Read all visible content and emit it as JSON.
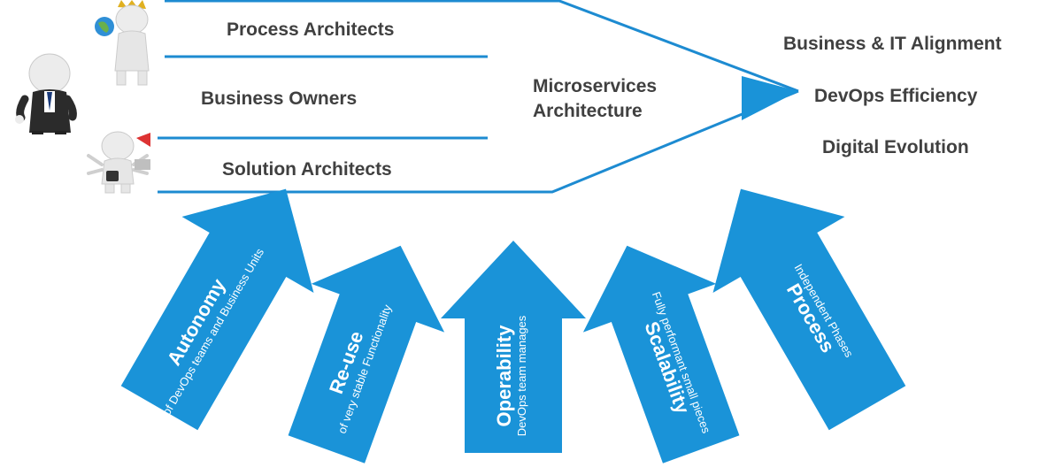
{
  "roles": {
    "process_architects": "Process Architects",
    "business_owners": "Business Owners",
    "solution_architects": "Solution Architects"
  },
  "hub": {
    "line1": "Microservices",
    "line2": "Architecture"
  },
  "outcomes": {
    "alignment": "Business & IT Alignment",
    "efficiency": "DevOps Efficiency",
    "evolution": "Digital Evolution"
  },
  "pillars": {
    "autonomy": {
      "title": "Autonomy",
      "subtitle": "of DevOps teams and Business Units"
    },
    "reuse": {
      "title": "Re-use",
      "subtitle": "of very stable Functionality"
    },
    "operability": {
      "title": "Operability",
      "subtitle": "DevOps team manages"
    },
    "scalability": {
      "title": "Scalability",
      "subtitle": "Fully performant small pieces"
    },
    "process": {
      "title": "Process",
      "subtitle": "Independent Phases"
    }
  },
  "colors": {
    "accent": "#1a93d8",
    "line": "#1d8bd1",
    "text": "#404040",
    "arrow_text": "#ffffff"
  }
}
